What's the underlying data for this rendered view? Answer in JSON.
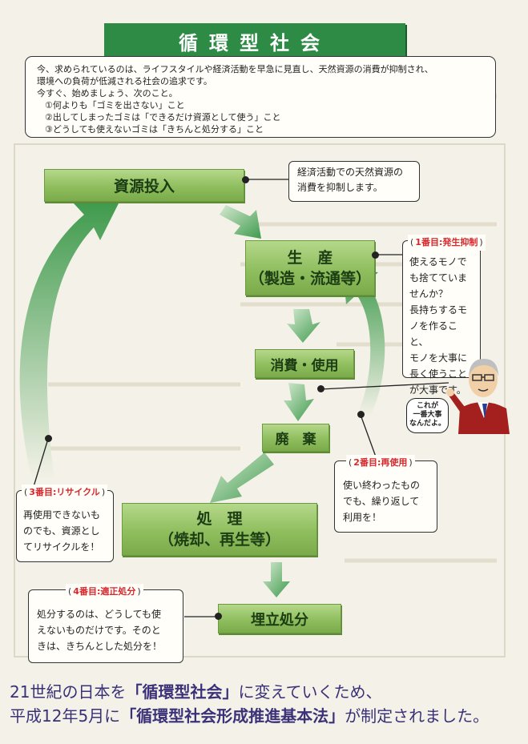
{
  "title": "循環型社会",
  "intro": {
    "line1": "今、求められているのは、ライフスタイルや経済活動を早急に見直し、天然資源の消費が抑制され、",
    "line2": "環境への負荷が低減される社会の追求です。",
    "line3": "今すぐ、始めましょう、次のこと。",
    "item1": "①何よりも「ゴミを出さない」こと",
    "item2": "②出してしまったゴミは「できるだけ資源として使う」こと",
    "item3": "③どうしても使えないゴミは「きちんと処分する」こと"
  },
  "boxes": {
    "shigen": "資源投入",
    "seisan_1": "生　産",
    "seisan_2": "（製造・流通等）",
    "shohi": "消費・使用",
    "haiki": "廃　棄",
    "shori_1": "処　理",
    "shori_2": "（焼却、再生等）",
    "umetate": "埋立処分"
  },
  "notes": {
    "top": [
      "経済活動での天然資源の",
      "消費を抑制します。"
    ],
    "hassei_tag": "1番目:発生抑制",
    "hassei": [
      "使えるモノで",
      "も捨てていま",
      "せんか？",
      "長持ちするモ",
      "ノを作ること、",
      "モノを大事に",
      "長く使うこと",
      "が大事です。"
    ],
    "saishiyo_tag": "2番目:再使用",
    "saishiyo": [
      "使い終わったもの",
      "でも、繰り返して",
      "利用を！"
    ],
    "recycle_tag": "3番目:リサイクル",
    "recycle": [
      "再使用できないも",
      "のでも、資源とし",
      "てリサイクルを！"
    ],
    "tekisei_tag": "4番目:適正処分",
    "tekisei": [
      "処分するのは、どうしても使",
      "えないものだけです。そのと",
      "きは、きちんとした処分を！"
    ]
  },
  "bubble": [
    "これが",
    "一番大事",
    "なんだよ。"
  ],
  "bottom": {
    "l1_a": "21世紀の日本を",
    "l1_b": "「循環型社会」",
    "l1_c": "に変えていくため、",
    "l2_a": "平成12年5月に",
    "l2_b": "「循環型社会形成推進基本法」",
    "l2_c": "が制定されました。"
  },
  "colors": {
    "title_bg": "#2e8b45",
    "box_green": "#8fbe5e",
    "arrow_green": "#3e9a4c",
    "tag_red": "#d8262b",
    "bottom_text": "#3a3178"
  }
}
